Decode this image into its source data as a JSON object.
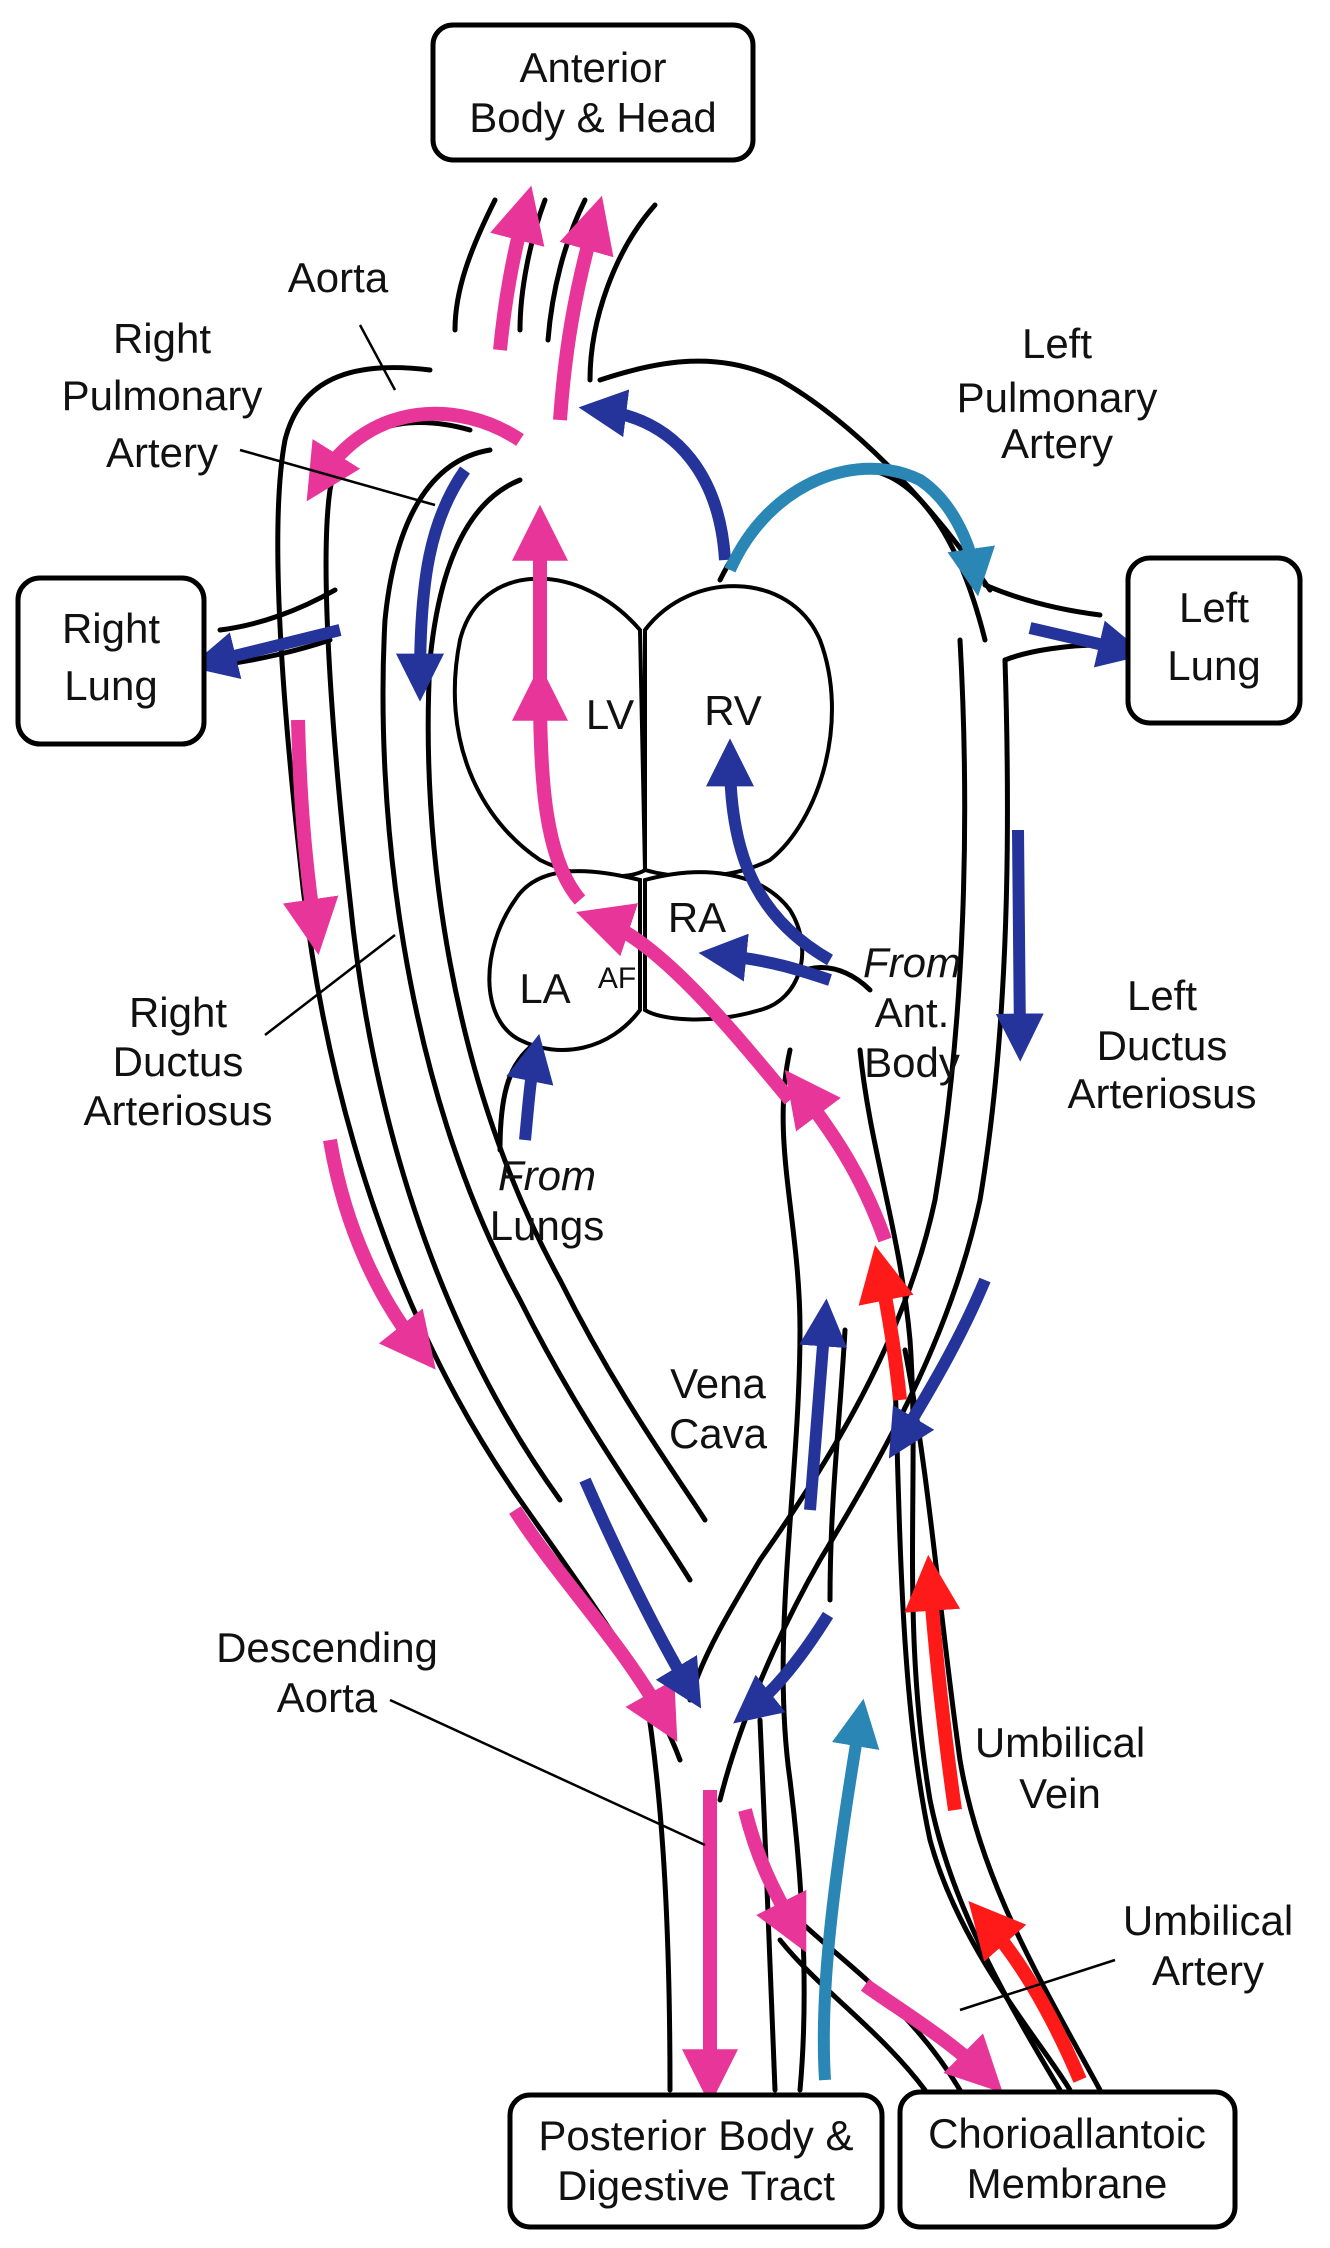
{
  "colors": {
    "oxygenated": "#e8359a",
    "deoxygenated": "#24349a",
    "mixed": "#2a86b4",
    "umbilical_vein": "#ff1a1a",
    "outline": "#000000"
  },
  "boxes": {
    "anterior": [
      "Anterior",
      "Body & Head"
    ],
    "right_lung": [
      "Right",
      "Lung"
    ],
    "left_lung": [
      "Left",
      "Lung"
    ],
    "posterior": [
      "Posterior Body &",
      "Digestive Tract"
    ],
    "chorio": [
      "Chorioallantoic",
      "Membrane"
    ]
  },
  "labels": {
    "aorta": "Aorta",
    "right_pulmonary_artery": [
      "Right",
      "Pulmonary",
      "Artery"
    ],
    "left_pulmonary_artery": [
      "Left",
      "Pulmonary",
      "Artery"
    ],
    "right_ductus_arteriosus": [
      "Right",
      "Ductus",
      "Arteriosus"
    ],
    "left_ductus_arteriosus": [
      "Left",
      "Ductus",
      "Arteriosus"
    ],
    "lv": "LV",
    "rv": "RV",
    "ra": "RA",
    "la": "LA",
    "af": "AF",
    "from_ant_body": [
      "From",
      "Ant.",
      "Body"
    ],
    "from_lungs": [
      "From",
      "Lungs"
    ],
    "vena_cava": [
      "Vena",
      "Cava"
    ],
    "descending_aorta": [
      "Descending",
      "Aorta"
    ],
    "umbilical_vein": [
      "Umbilical",
      "Vein"
    ],
    "umbilical_artery": [
      "Umbilical",
      "Artery"
    ]
  }
}
